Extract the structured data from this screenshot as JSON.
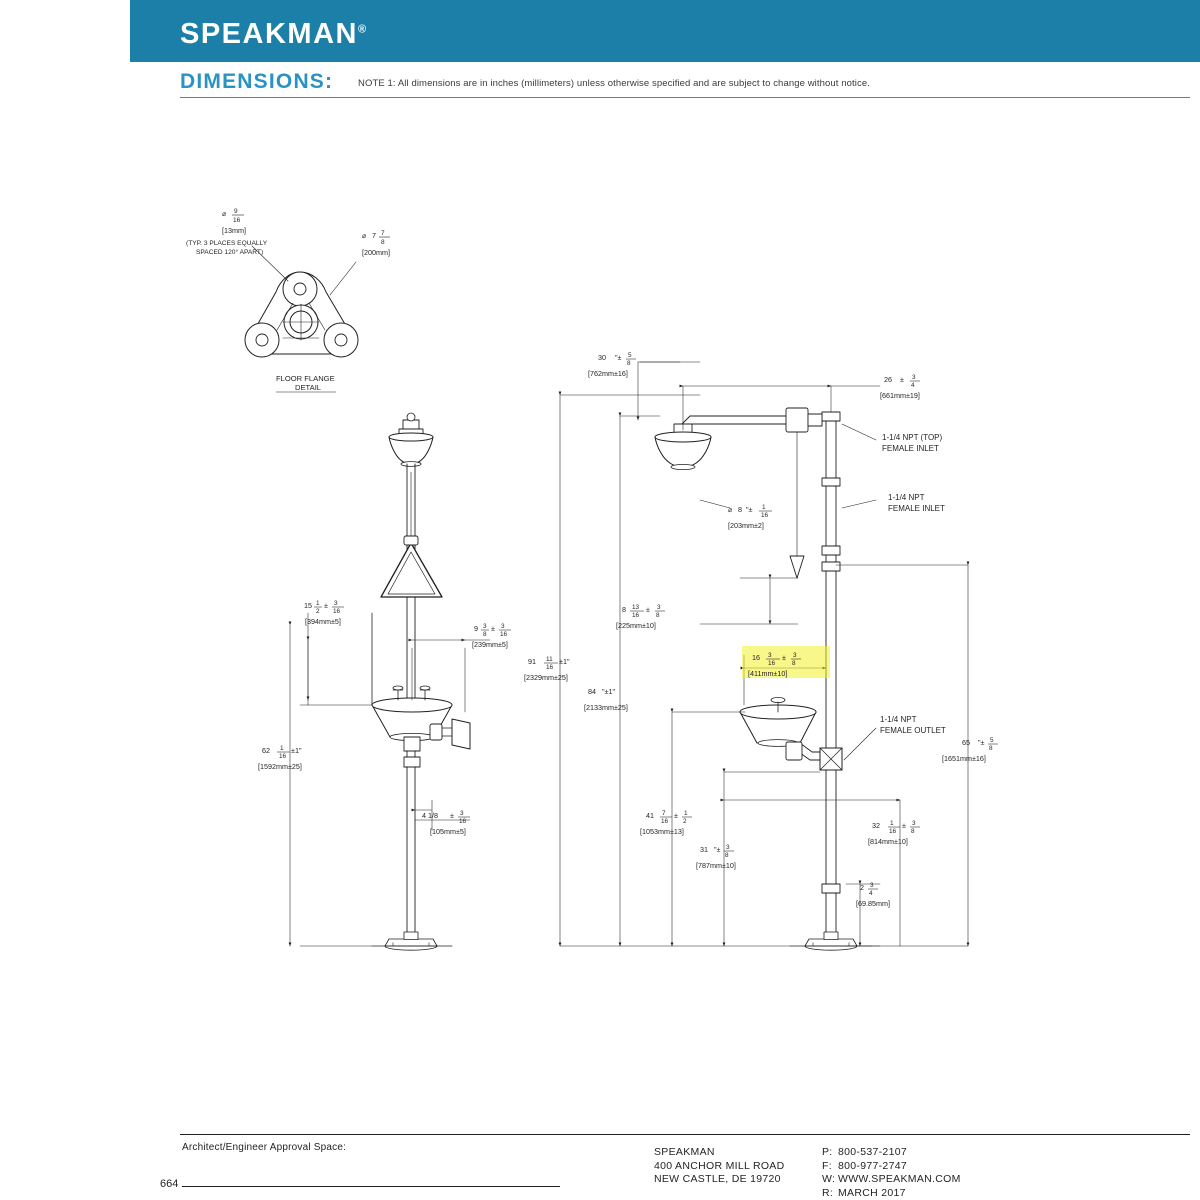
{
  "header": {
    "brand": "SPEAKMAN",
    "brand_mark": "®",
    "title": "DIMENSIONS:",
    "note": "NOTE 1: All dimensions are in inches (millimeters) unless otherwise specified and are subject to change without notice.",
    "bar_color": "#1b7fa8",
    "accent_color": "#2a93c4"
  },
  "flange_detail": {
    "title_line1": "FLOOR FLANGE",
    "title_line2": "DETAIL",
    "hole_dia_sym": "⌀",
    "hole_dia_whole": "",
    "hole_dia_num": "9",
    "hole_dia_den": "16",
    "hole_dia_mm": "[13mm]",
    "hole_note_line1": "(TYP. 3 PLACES EQUALLY",
    "hole_note_line2": "SPACED 120° APART)",
    "flange_dia_sym": "⌀",
    "flange_dia_whole": "7",
    "flange_dia_num": "7",
    "flange_dia_den": "8",
    "flange_dia_mm": "[200mm]"
  },
  "left_view": {
    "dims": [
      {
        "name": "eye-wash-bowl-height",
        "whole": "15",
        "num": "1",
        "den": "2",
        "tol_num": "3",
        "tol_den": "16",
        "inch_suffix": "±",
        "mm": "[394mm±5]"
      },
      {
        "name": "bowl-width",
        "whole": "9",
        "num": "3",
        "den": "8",
        "tol_num": "3",
        "tol_den": "16",
        "inch_suffix": "±",
        "mm": "[239mm±5]"
      },
      {
        "name": "overall-height",
        "whole": "62",
        "num": "1",
        "den": "16",
        "tol": "±1\"",
        "mm": "[1592mm±25]"
      },
      {
        "name": "base-offset",
        "whole": "4 1/8",
        "tol_num": "3",
        "tol_den": "16",
        "inch_suffix": "±",
        "mm": "[105mm±5]"
      }
    ]
  },
  "right_view": {
    "dims": [
      {
        "name": "shower-arm-height",
        "whole": "30",
        "tol_num": "5",
        "tol_den": "8",
        "inch_suffix": "\"±",
        "mm": "[762mm±16]"
      },
      {
        "name": "shower-arm-reach",
        "whole": "26",
        "tol_num": "3",
        "tol_den": "4",
        "inch_suffix": "±",
        "mm": "[661mm±19]"
      },
      {
        "name": "shower-head-dia",
        "sym": "⌀",
        "whole": "8",
        "tol_num": "1",
        "tol_den": "16",
        "inch_suffix": "\"±",
        "mm": "[203mm±2]"
      },
      {
        "name": "head-to-stem",
        "whole": "8",
        "num": "13",
        "den": "16",
        "tol_num": "3",
        "tol_den": "8",
        "inch_suffix": "±",
        "mm": "[225mm±10]"
      },
      {
        "name": "eyewash-offset-highlight",
        "whole": "16",
        "num": "3",
        "den": "16",
        "tol_num": "3",
        "tol_den": "8",
        "inch_suffix": "±",
        "mm": "[411mm±10]",
        "highlight": "#f3f02a"
      },
      {
        "name": "overall-height",
        "whole": "91",
        "num": "11",
        "den": "16",
        "tol": "±1\"",
        "mm": "[2329mm±25]"
      },
      {
        "name": "shower-height",
        "whole": "84",
        "tol": "\"±1\"",
        "mm": "[2133mm±25]"
      },
      {
        "name": "eyewash-height",
        "whole": "41",
        "num": "7",
        "den": "16",
        "tol_num": "1",
        "tol_den": "2",
        "inch_suffix": "±",
        "mm": "[1053mm±13]"
      },
      {
        "name": "valve-height",
        "whole": "31",
        "tol_num": "3",
        "tol_den": "8",
        "inch_suffix": "\"±",
        "mm": "[787mm±10]"
      },
      {
        "name": "bowl-projection",
        "whole": "32",
        "num": "1",
        "den": "16",
        "tol_num": "3",
        "tol_den": "8",
        "inch_suffix": "±",
        "mm": "[814mm±10]"
      },
      {
        "name": "stem-to-wall",
        "whole": "65",
        "tol_num": "5",
        "tol_den": "8",
        "inch_suffix": "\"±",
        "mm": "[1651mm±16]"
      },
      {
        "name": "flange-height",
        "whole": "2",
        "num": "3",
        "den": "4",
        "mm": "[69.85mm]"
      }
    ],
    "callouts": [
      {
        "name": "top-inlet",
        "line1": "1-1/4 NPT (TOP)",
        "line2": "FEMALE INLET"
      },
      {
        "name": "side-inlet",
        "line1": "1-1/4 NPT",
        "line2": "FEMALE INLET"
      },
      {
        "name": "outlet",
        "line1": "1-1/4 NPT",
        "line2": "FEMALE OUTLET"
      }
    ]
  },
  "footer": {
    "approval_label": "Architect/Engineer Approval Space:",
    "page": "664",
    "company": "SPEAKMAN",
    "address1": "400 ANCHOR MILL ROAD",
    "address2": "NEW CASTLE, DE 19720",
    "phone_label": "P:",
    "phone": "800-537-2107",
    "fax_label": "F:",
    "fax": "800-977-2747",
    "web_label": "W:",
    "web": "WWW.SPEAKMAN.COM",
    "rev_label": "R:",
    "rev": "MARCH 2017"
  }
}
